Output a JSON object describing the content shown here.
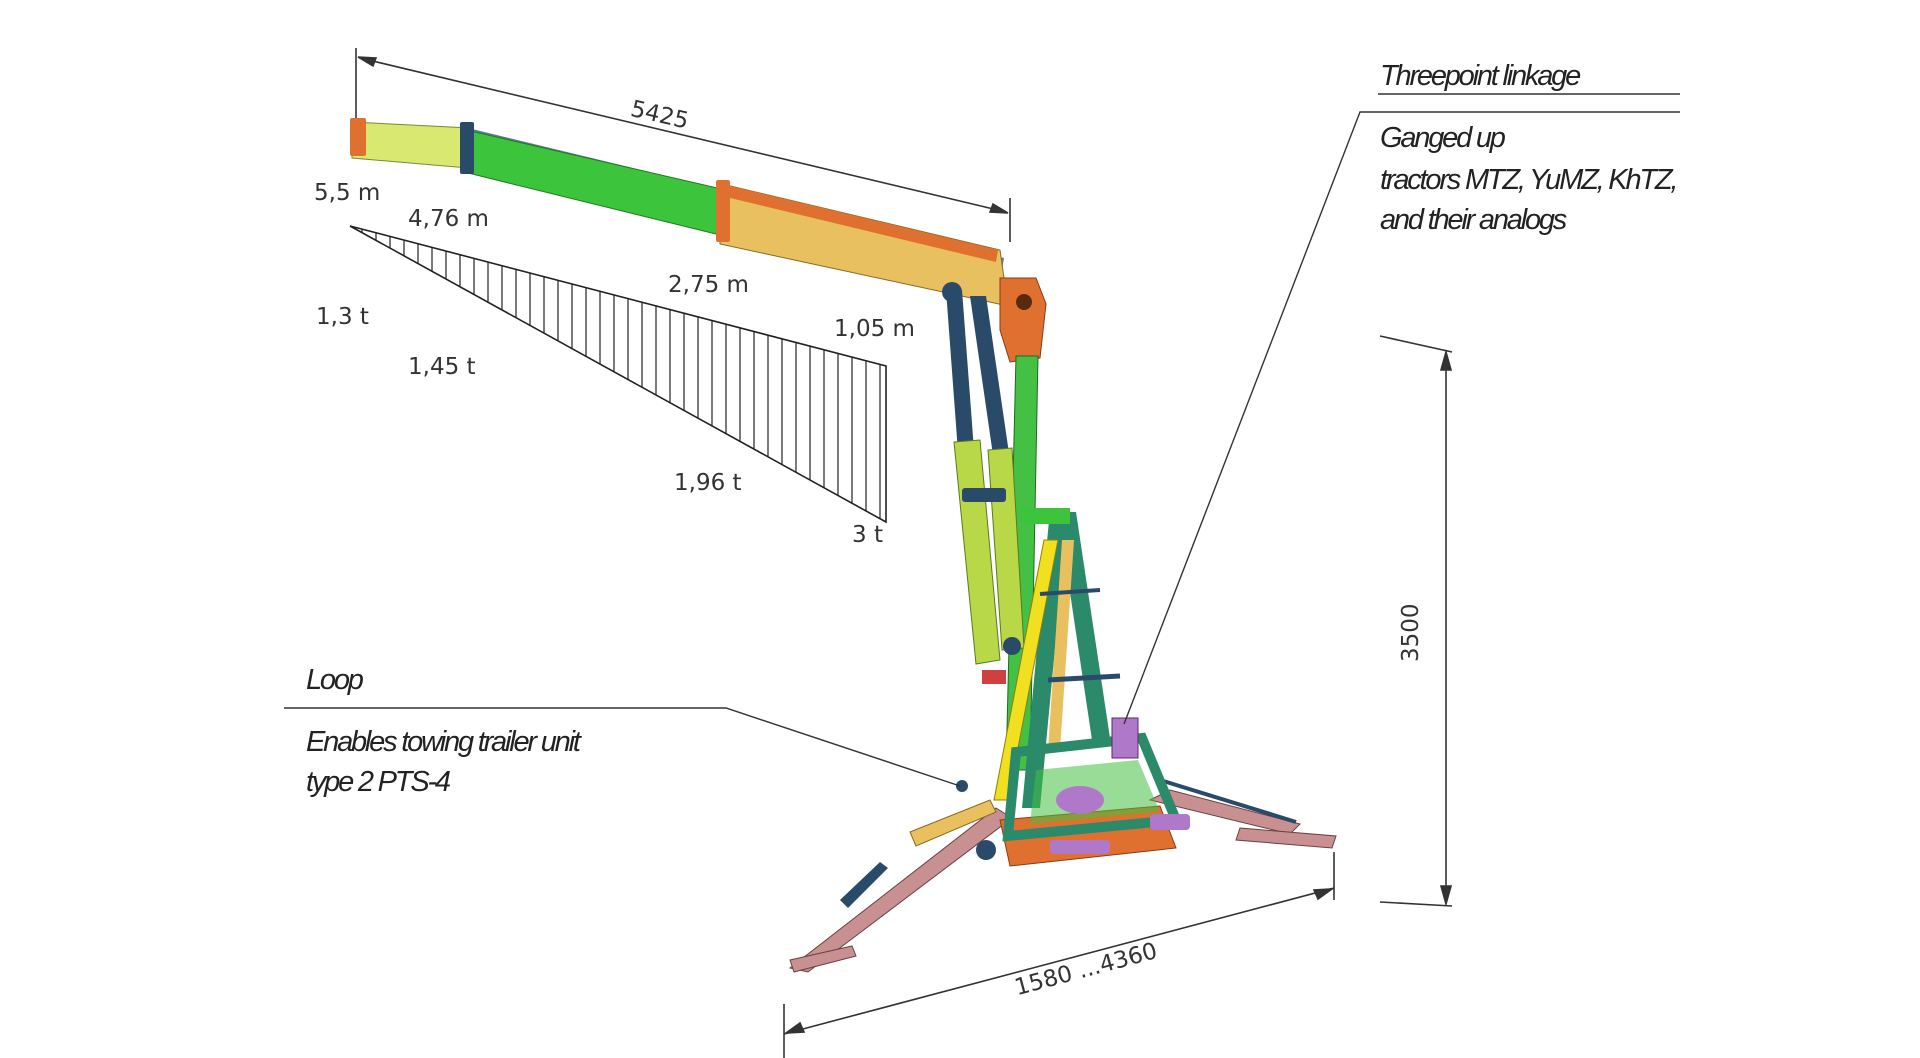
{
  "dimensions": {
    "boom_length": "5425",
    "height": "3500",
    "base_span": "1580 ...4360"
  },
  "reach": [
    {
      "radius": "5,5 m",
      "load": "1,3 t"
    },
    {
      "radius": "4,76 m",
      "load": "1,45 t"
    },
    {
      "radius": "2,75 m",
      "load": "1,96 t"
    },
    {
      "radius": "1,05 m",
      "load": "3 t"
    }
  ],
  "callouts": {
    "linkage": {
      "title": "Threepoint linkage",
      "text_lines": [
        "Ganged up",
        "tractors MTZ, YuMZ, KhTZ,",
        "and their analogs"
      ]
    },
    "loop": {
      "title": "Loop",
      "text_lines": [
        "Enables towing trailer unit",
        "type 2 PTS-4"
      ]
    }
  },
  "colors": {
    "boom_tip": "#d8e870",
    "boom_mid": "#3cc43c",
    "boom_base": "#e8c060",
    "mast": "#44c044",
    "cylinder": "#b8d848",
    "orange": "#e07030",
    "purple": "#b078c8",
    "leg": "#c89090",
    "frame_teal": "#2a8a6a"
  }
}
